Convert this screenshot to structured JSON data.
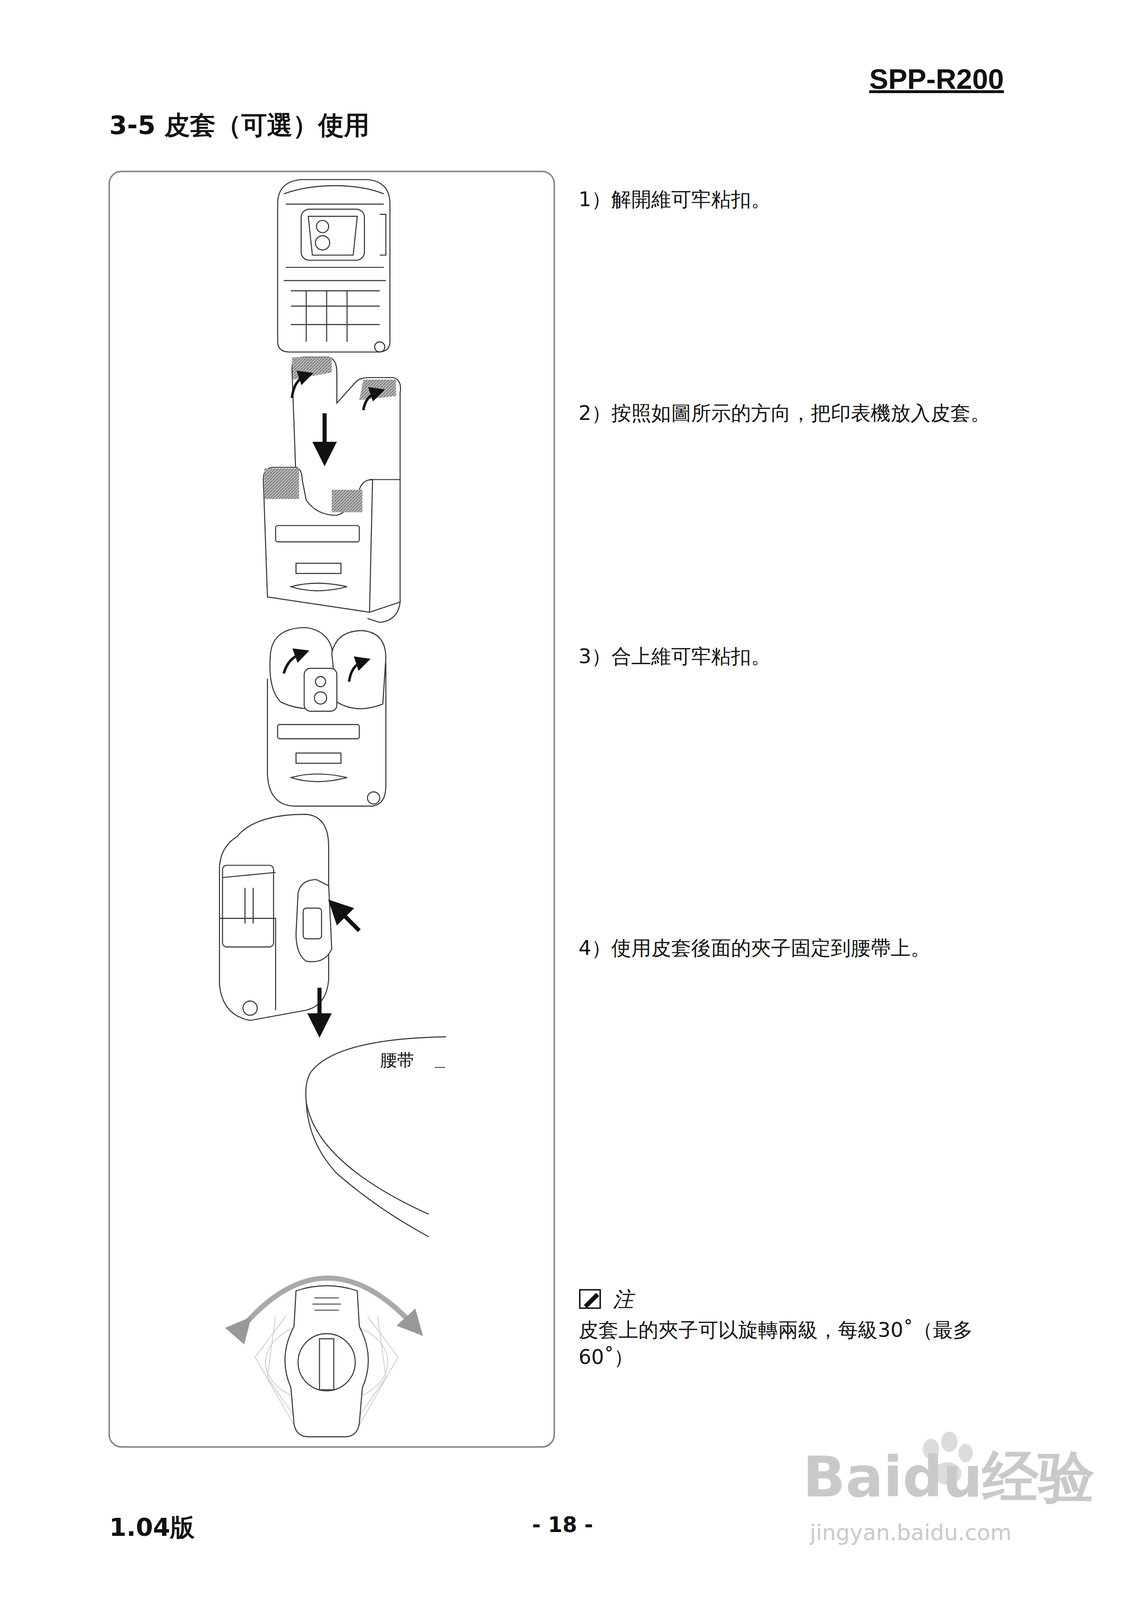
{
  "diagram": {
    "title": "3-5 皮套（可選）使用",
    "labels": [
      "SPP-R200",
      "1）解開維可牢粘扣。",
      "2）按照如圖所示的方向，把印表機放入皮套。",
      "3）合上維可牢粘扣。",
      "4）使用皮套後面的夾子固定到腰帶上。",
      "腰带",
      "注",
      "皮套上的夾子可以旋轉兩級，每級30˚（最多60˚）",
      "1.04版",
      "- 18 -",
      "Baidu经验",
      "jingyan.baidu.com"
    ]
  }
}
